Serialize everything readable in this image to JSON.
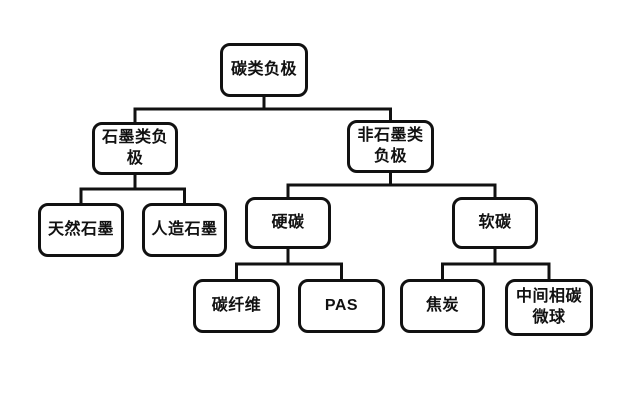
{
  "diagram": {
    "type": "tree-flowchart",
    "root_label": "碳类负极",
    "colors": {
      "background": "#ffffff",
      "line": "#111111",
      "box_border": "#111111",
      "box_fill": "#ffffff",
      "text": "#111111"
    },
    "nodes": [
      {
        "id": "carbon-anode",
        "label": "碳类负极"
      },
      {
        "id": "graphite-anode",
        "label": "石墨类负\n极"
      },
      {
        "id": "non-graphite-anode",
        "label": "非石墨类\n负极"
      },
      {
        "id": "natural-graphite",
        "label": "天然石墨"
      },
      {
        "id": "artificial-graphite",
        "label": "人造石墨"
      },
      {
        "id": "hard-carbon",
        "label": "硬碳"
      },
      {
        "id": "soft-carbon",
        "label": "软碳"
      },
      {
        "id": "carbon-fiber",
        "label": "碳纤维"
      },
      {
        "id": "pas",
        "label": "PAS"
      },
      {
        "id": "coke",
        "label": "焦炭"
      },
      {
        "id": "mcmb",
        "label": "中间相碳\n微球"
      }
    ],
    "edges": [
      [
        "carbon-anode",
        "graphite-anode"
      ],
      [
        "carbon-anode",
        "non-graphite-anode"
      ],
      [
        "graphite-anode",
        "natural-graphite"
      ],
      [
        "graphite-anode",
        "artificial-graphite"
      ],
      [
        "non-graphite-anode",
        "hard-carbon"
      ],
      [
        "non-graphite-anode",
        "soft-carbon"
      ],
      [
        "hard-carbon",
        "carbon-fiber"
      ],
      [
        "hard-carbon",
        "pas"
      ],
      [
        "soft-carbon",
        "coke"
      ],
      [
        "soft-carbon",
        "mcmb"
      ]
    ]
  }
}
